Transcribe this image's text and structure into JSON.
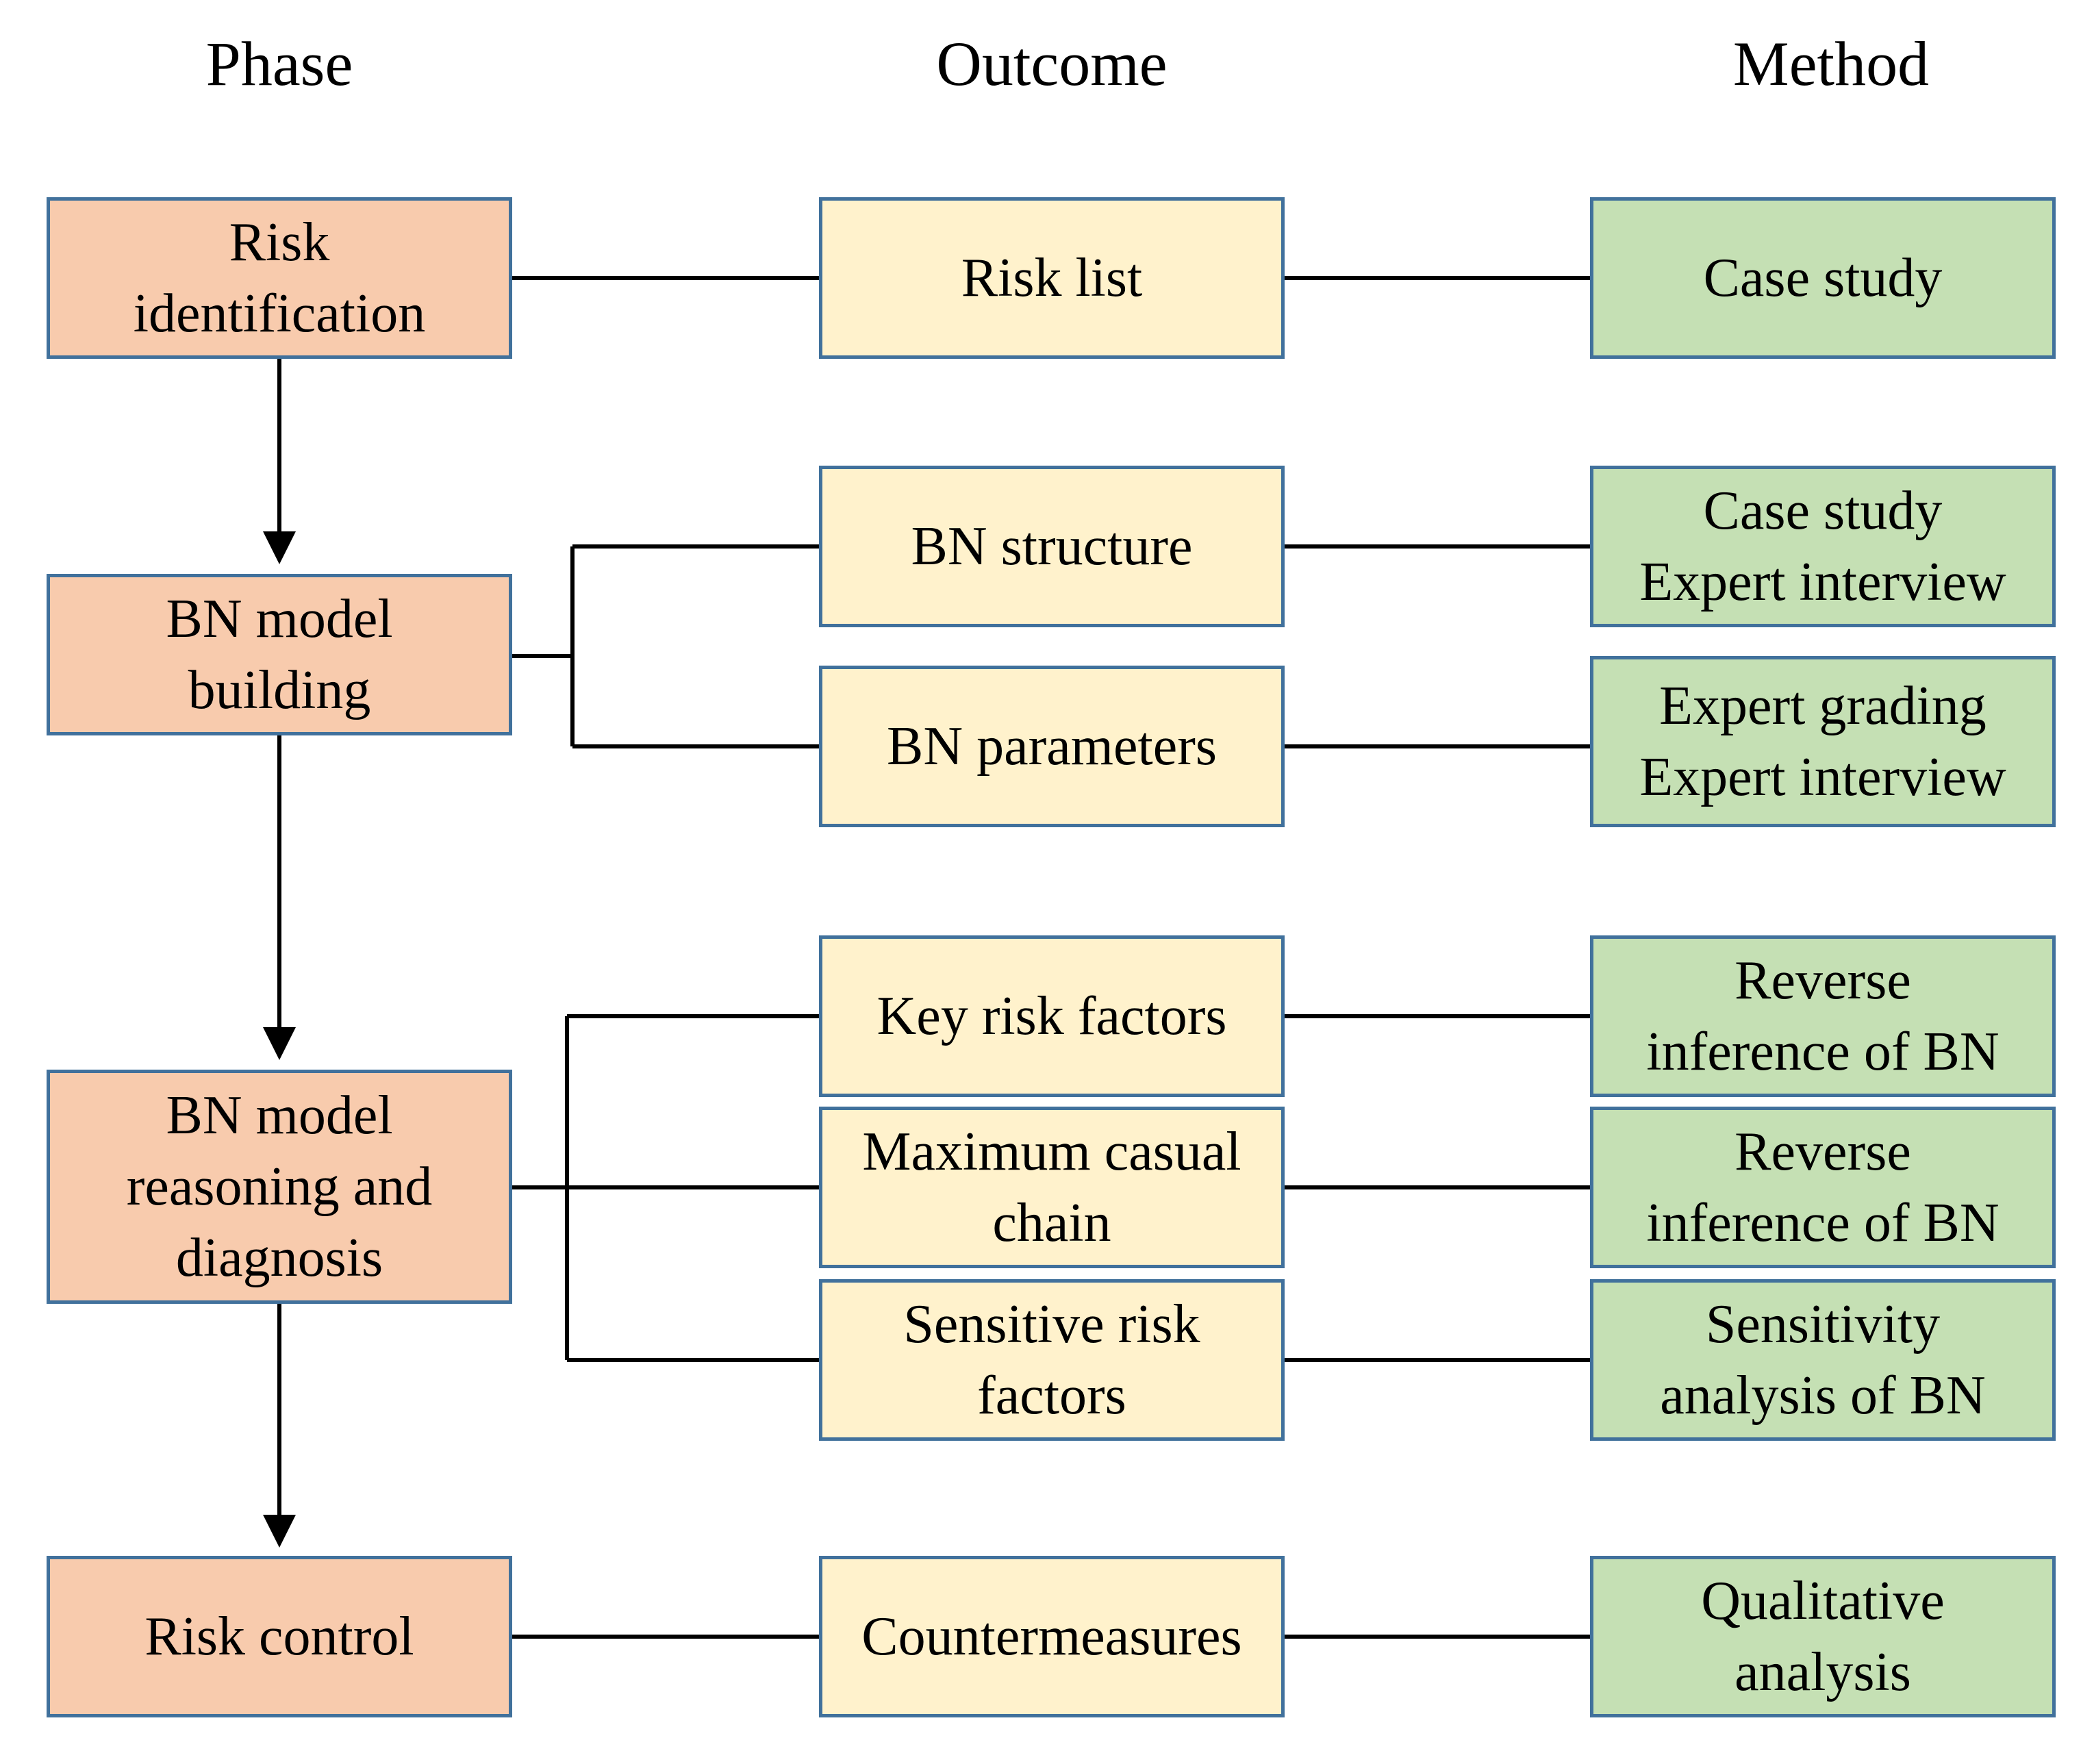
{
  "headers": {
    "phase": "Phase",
    "outcome": "Outcome",
    "method": "Method"
  },
  "phases": [
    "Risk\nidentification",
    "BN model\nbuilding",
    "BN model\nreasoning and\ndiagnosis",
    "Risk control"
  ],
  "outcomes": [
    "Risk list",
    "BN structure",
    "BN parameters",
    "Key risk factors",
    "Maximum casual\nchain",
    "Sensitive risk\nfactors",
    "Countermeasures"
  ],
  "methods": [
    "Case study",
    "Case study\nExpert interview",
    "Expert grading\nExpert interview",
    "Reverse\ninference of BN",
    "Reverse\ninference of BN",
    "Sensitivity\nanalysis of BN",
    "Qualitative\nanalysis"
  ],
  "colors": {
    "phase_fill": "#f8cbad",
    "outcome_fill": "#fff2cc",
    "method_fill": "#c5e0b4",
    "box_border": "#41719c",
    "line": "#000000"
  }
}
